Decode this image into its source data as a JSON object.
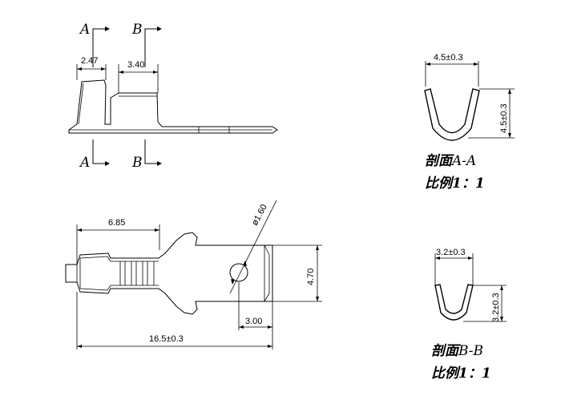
{
  "section_markers": {
    "a_top": "A",
    "b_top": "B",
    "a_bottom": "A",
    "b_bottom": "B"
  },
  "side_view_dims": {
    "d1": "2.47",
    "d2": "3.40"
  },
  "plan_view_dims": {
    "d_685": "6.85",
    "d_diam": "ø1.60",
    "d_470": "4.70",
    "d_300": "3.00",
    "d_165": "16.5±0.3"
  },
  "section_aa": {
    "width": "4.5±0.3",
    "height": "4.5±0.3",
    "title_main": "剖面",
    "title_sect": "A-A",
    "scale_label": "比例1：1"
  },
  "section_bb": {
    "width": "3.2±0.3",
    "height": "3.2±0.3",
    "title_main": "剖面",
    "title_sect": "B-B",
    "scale_label": "比例1：1"
  }
}
